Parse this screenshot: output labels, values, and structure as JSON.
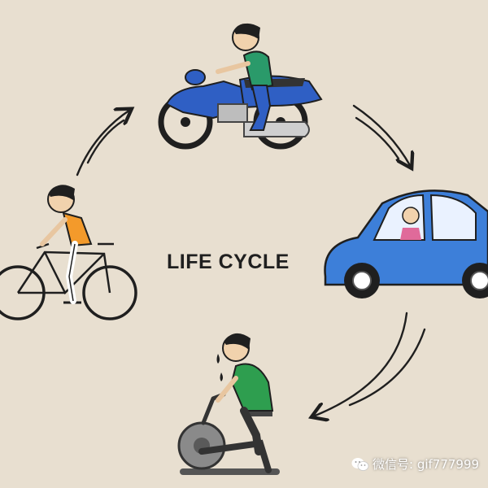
{
  "title": "LIFE CYCLE",
  "watermark": "微信号: gif777999",
  "stages": [
    "bicycle",
    "motorcycle",
    "car",
    "exercise-bike"
  ],
  "icons": [
    "wechat-icon"
  ],
  "colors": {
    "background": "#e8dfd0",
    "motorcycle": "#2f5fc4",
    "car": "#3d7fd9",
    "cyclist_shirt": "#f39a2b",
    "rider_shirt": "#2a9a6a",
    "exercise_shirt": "#2e9e4f",
    "exercise_bike": "#6f6f6f",
    "ink": "#1f1f1f"
  }
}
